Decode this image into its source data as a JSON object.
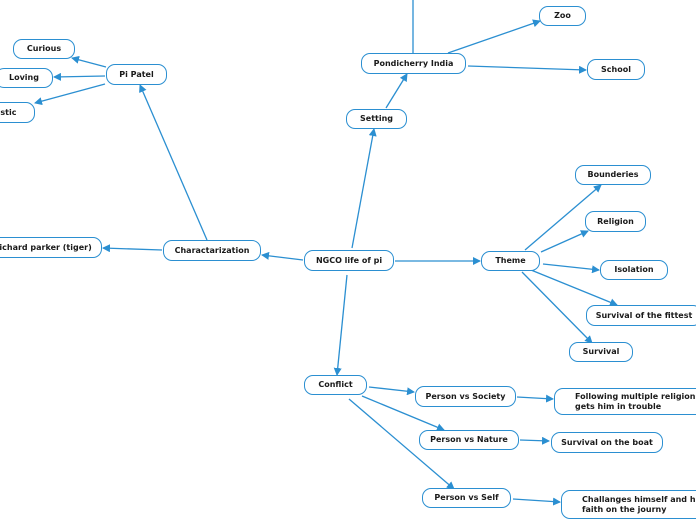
{
  "map": {
    "root": "NGCO life of pi",
    "setting": "Setting",
    "pondicherry": "Pondicherry India",
    "zoo": "Zoo",
    "school": "School",
    "characterization": "Charactarization",
    "pi_patel": "Pi Patel",
    "curious": "Curious",
    "loving": "Loving",
    "optimistic_partial": "...istic",
    "richard_parker": "Richard parker (tiger)",
    "theme": "Theme",
    "bounderies": "Bounderies",
    "religion": "Religion",
    "isolation": "Isolation",
    "survival_fittest": "Survival of the fittest",
    "survival": "Survival",
    "conflict": "Conflict",
    "person_society": "Person vs Society",
    "following_religions": "Following multiple religions gets him in trouble",
    "person_nature": "Person vs Nature",
    "survival_boat": "Survival on the boat",
    "person_self": "Person vs Self",
    "challanges": "Challanges himself and his faith on the journy"
  },
  "colors": {
    "connector": "#2b8fd1",
    "node_border": "#2b8fd1",
    "text": "#1a1a1a"
  }
}
